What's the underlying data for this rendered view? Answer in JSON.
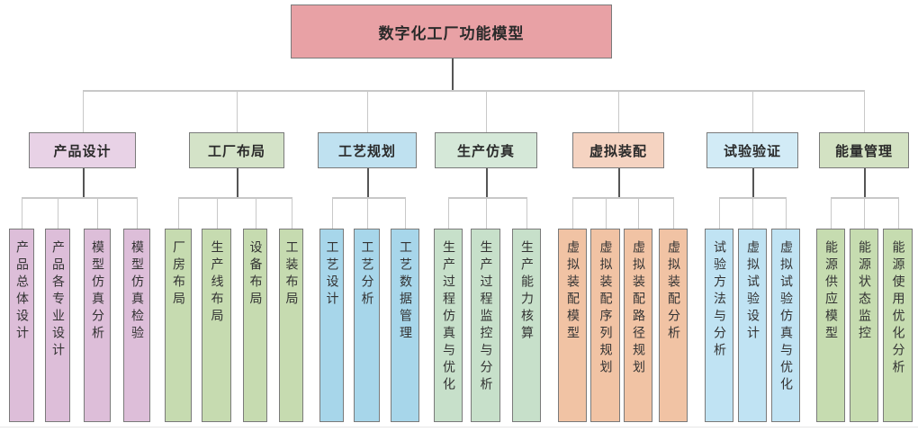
{
  "title": "数字化工厂功能模型",
  "colors": {
    "root": "#e8a1a5",
    "pink": "#e8d2e6",
    "pink_leaf": "#ddbed9",
    "green": "#d4e3c8",
    "green_leaf": "#c6dbb0",
    "blue": "#bfe1f0",
    "blue_leaf": "#a7d6ea",
    "mint": "#d5e8d8",
    "mint_leaf": "#c7e0ca",
    "peach": "#f5d3c1",
    "peach_leaf": "#f1c3a4",
    "lightblue": "#d2ebf6",
    "lightblue_leaf": "#c0e3f3",
    "olive": "#d3e2c3",
    "olive_leaf": "#c6dcb0"
  },
  "categories": [
    {
      "label": "产品设计",
      "color_key": "pink",
      "children": [
        "产品总体设计",
        "产品各专业设计",
        "模型仿真分析",
        "模型仿真检验"
      ]
    },
    {
      "label": "工厂布局",
      "color_key": "green",
      "children": [
        "厂房布局",
        "生产线布局",
        "设备布局",
        "工装布局"
      ]
    },
    {
      "label": "工艺规划",
      "color_key": "blue",
      "children": [
        "工艺设计",
        "工艺分析",
        "工艺数据管理"
      ]
    },
    {
      "label": "生产仿真",
      "color_key": "mint",
      "children": [
        "生产过程仿真与优化",
        "生产过程监控与分析",
        "生产能力核算"
      ]
    },
    {
      "label": "虚拟装配",
      "color_key": "peach",
      "children": [
        "虚拟装配模型",
        "虚拟装配序列规划",
        "虚拟装配路径规划",
        "虚拟装配分析"
      ]
    },
    {
      "label": "试验验证",
      "color_key": "lightblue",
      "children": [
        "试验方法与分析",
        "虚拟试验设计",
        "虚拟试验仿真与优化"
      ]
    },
    {
      "label": "能量管理",
      "color_key": "olive",
      "children": [
        "能源供应模型",
        "能源状态监控",
        "能源使用优化分析"
      ]
    }
  ]
}
